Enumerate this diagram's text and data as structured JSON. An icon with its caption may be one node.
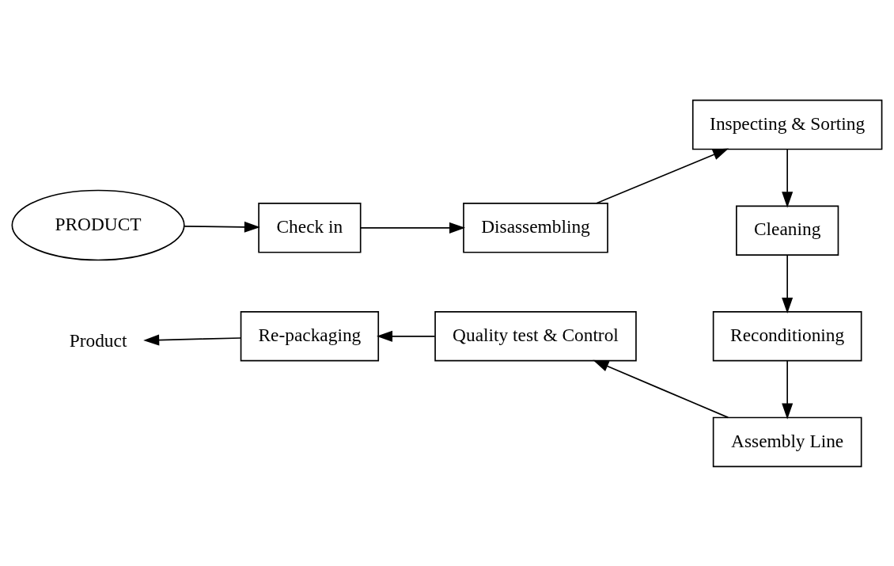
{
  "diagram": {
    "nodes": [
      {
        "text": [
          "PRODUCT"
        ]
      },
      {
        "text": [
          "Check in"
        ]
      },
      {
        "text": [
          "Disassembling"
        ]
      },
      {
        "text": [
          "Inspecting & Sorting"
        ]
      },
      {
        "text": [
          "Cleaning"
        ]
      },
      {
        "text": [
          "Reconditioning"
        ]
      },
      {
        "text": [
          "Assembly Line"
        ]
      },
      {
        "text": [
          "Quality test & Control"
        ]
      },
      {
        "text": [
          "Re-packaging"
        ]
      },
      {
        "text": [
          "Product"
        ]
      }
    ],
    "edges": [
      {
        "from": 0,
        "to": 1,
        "arrow": "to"
      },
      {
        "from": 1,
        "to": 2,
        "arrow": "to"
      },
      {
        "from": 2,
        "to": 3,
        "arrow": "to"
      },
      {
        "from": 3,
        "to": 4,
        "arrow": "to"
      },
      {
        "from": 4,
        "to": 5,
        "arrow": "to"
      },
      {
        "from": 5,
        "to": 6,
        "arrow": "to"
      },
      {
        "from": 6,
        "to": 7,
        "arrow": "to"
      },
      {
        "from": 7,
        "to": 8,
        "arrow": "to"
      },
      {
        "from": 8,
        "to": 9,
        "arrow": "to"
      }
    ]
  }
}
